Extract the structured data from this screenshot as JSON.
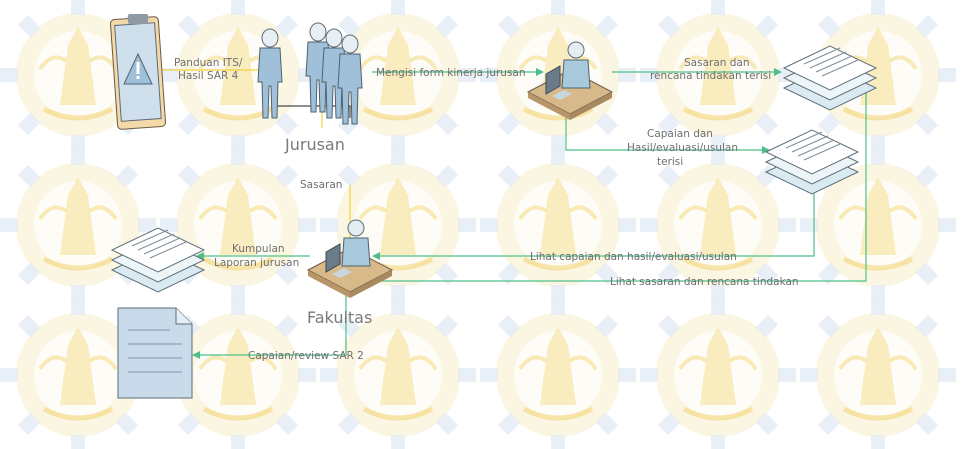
{
  "colors": {
    "flow_green": "#4fbf8a",
    "flow_yellow": "#f2d23c",
    "watermark_gold": "#f6e6ad",
    "watermark_blue": "#e3edf6",
    "label_gray": "#6f6f6f"
  },
  "icons": {
    "guide_clipboard": "clipboard-warning-icon",
    "department_people": "people-group-icon",
    "workstation": "person-at-desk-icon",
    "documents": "document-stack-icon",
    "review_report": "report-document-icon",
    "watermark": "university-seal-icon"
  },
  "nodes": {
    "jurusan": "Jurusan",
    "fakultas": "Fakultas"
  },
  "edges": {
    "panduan_line1": "Panduan ITS/",
    "panduan_line2": "Hasil SAR 4",
    "mengisi_form": "Mengisi form kinerja jurusan",
    "sasaran_line1": "Sasaran dan",
    "sasaran_line2": "rencana tindakan terisi",
    "capaian_line1": "Capaian dan",
    "capaian_line2": "Hasil/evaluasi/usulan",
    "capaian_line3": "terisi",
    "sasaran": "Sasaran",
    "kumpulan_line1": "Kumpulan",
    "kumpulan_line2": "Laporan jurusan",
    "lihat_capaian": "Lihat capaian dan hasil/evaluasi/usulan",
    "lihat_sasaran": "Lihat sasaran dan rencana tindakan",
    "capaian_review": "Capaian/review SAR 2"
  }
}
